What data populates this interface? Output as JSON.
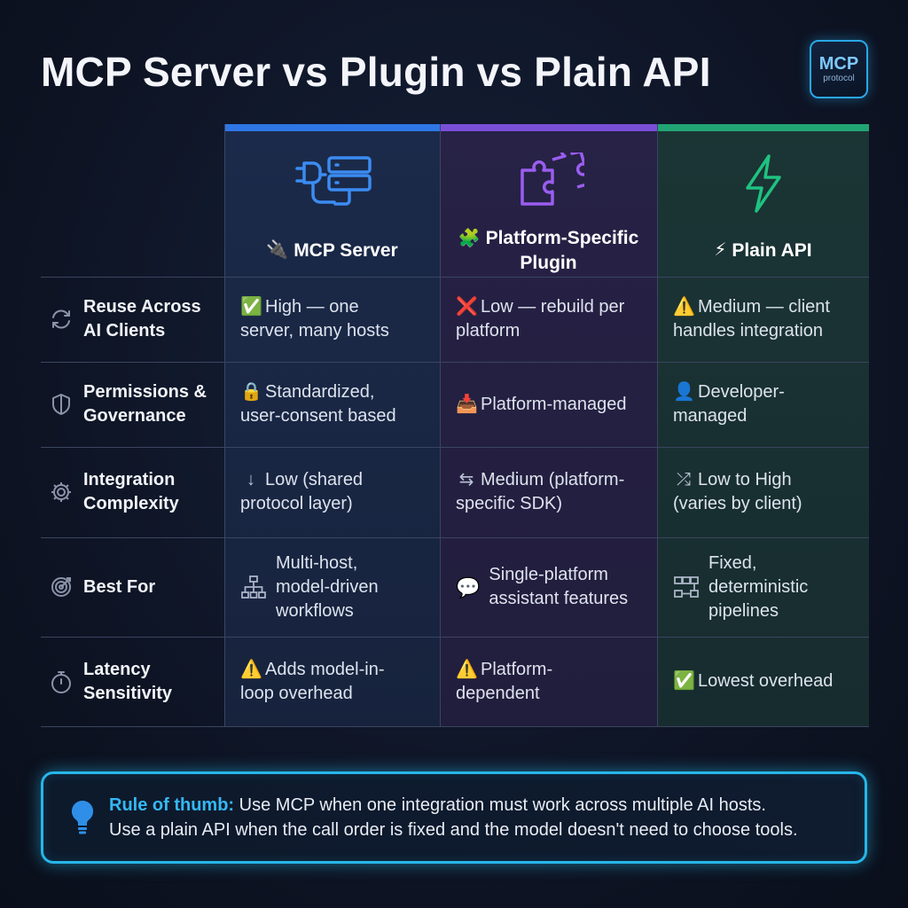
{
  "title": "MCP Server vs Plugin vs Plain API",
  "badge": {
    "line1": "MCP",
    "line2": "protocol"
  },
  "columns": [
    {
      "emoji": "🔌",
      "label": "MCP Server",
      "icon": "plug-server-icon",
      "accent": "#2f76e6"
    },
    {
      "emoji": "🧩",
      "label": "Platform-Specific Plugin",
      "line1": "Platform-Specific",
      "line2": "Plugin",
      "icon": "puzzle-icon",
      "accent": "#7a4fd8"
    },
    {
      "emoji": "⚡",
      "label": "Plain API",
      "icon": "lightning-icon",
      "accent": "#21a574"
    }
  ],
  "rows": [
    {
      "icon": "refresh-icon",
      "label_line1": "Reuse Across",
      "label_line2": "AI Clients",
      "mcp": {
        "emoji": "✅",
        "line1": "High — one",
        "line2": "server, many hosts"
      },
      "plugin": {
        "emoji": "❌",
        "line1": "Low — rebuild per",
        "line2": "platform"
      },
      "api": {
        "emoji": "⚠️",
        "line1": "Medium — client",
        "line2": "handles integration"
      }
    },
    {
      "icon": "shield-icon",
      "label_line1": "Permissions &",
      "label_line2": "Governance",
      "mcp": {
        "emoji": "🔒",
        "line1": "Standardized,",
        "line2": "user-consent based"
      },
      "plugin": {
        "emoji": "📥",
        "line1": "Platform-managed"
      },
      "api": {
        "emoji": "👤",
        "line1": "Developer-",
        "line2": "managed"
      }
    },
    {
      "icon": "gear-icon",
      "label_line1": "Integration",
      "label_line2": "Complexity",
      "mcp": {
        "emoji": "↓",
        "line1": "Low (shared",
        "line2": "protocol layer)"
      },
      "plugin": {
        "emoji": "⇆",
        "line1": "Medium (platform-",
        "line2": "specific SDK)"
      },
      "api": {
        "emoji": "⤮",
        "line1": "Low to High",
        "line2": "(varies by client)"
      }
    },
    {
      "icon": "target-icon",
      "label_line1": "Best For",
      "mcp": {
        "icon": "hierarchy-icon",
        "line1": "Multi-host,",
        "line2": "model-driven",
        "line3": "workflows"
      },
      "plugin": {
        "emoji": "💬",
        "line1": "Single-platform",
        "line2": "assistant features"
      },
      "api": {
        "icon": "pipeline-icon",
        "line1": "Fixed,",
        "line2": "deterministic",
        "line3": "pipelines"
      }
    },
    {
      "icon": "stopwatch-icon",
      "label_line1": "Latency",
      "label_line2": "Sensitivity",
      "mcp": {
        "emoji": "⚠️",
        "line1": "Adds model-in-",
        "line2": "loop overhead"
      },
      "plugin": {
        "emoji": "⚠️",
        "line1": "Platform-",
        "line2": "dependent"
      },
      "api": {
        "emoji": "✅",
        "line1": "Lowest overhead"
      }
    }
  ],
  "callout": {
    "icon": "lightbulb-icon",
    "lead": "Rule of thumb:",
    "line1_rest": "Use MCP when one integration must work across multiple AI hosts.",
    "line2": "Use a plain API when the call order is fixed and the model doesn't need to choose tools."
  }
}
